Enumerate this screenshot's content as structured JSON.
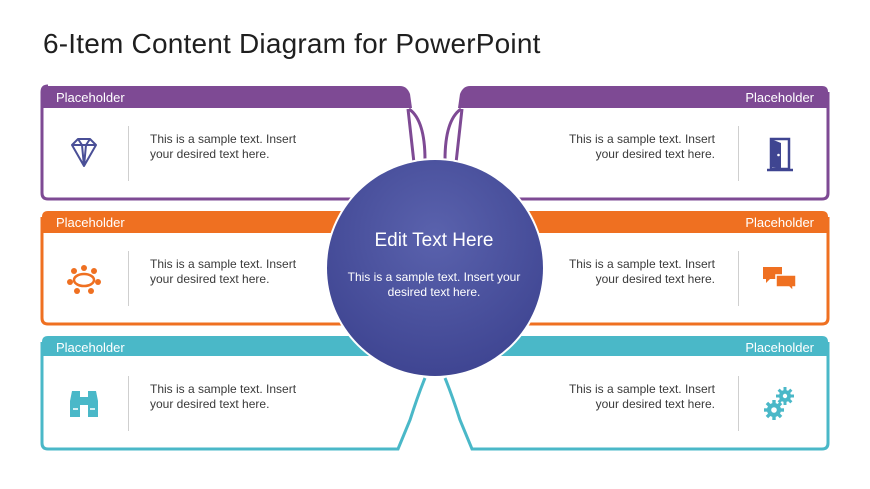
{
  "title": "6-Item Content Diagram for PowerPoint",
  "colors": {
    "purple": "#7e4a94",
    "orange": "#ef7021",
    "teal": "#4ab8c8",
    "circle": "#454c9a"
  },
  "items": [
    {
      "header": "Placeholder",
      "text": "This is a sample text. Insert your desired text here.",
      "icon": "diamond-icon"
    },
    {
      "header": "Placeholder",
      "text": "This is a sample text. Insert your desired text here.",
      "icon": "door-icon"
    },
    {
      "header": "Placeholder",
      "text": "This is a sample text. Insert your desired text here.",
      "icon": "team-meeting-icon"
    },
    {
      "header": "Placeholder",
      "text": "This is a sample text. Insert your desired text here.",
      "icon": "chat-bubbles-icon"
    },
    {
      "header": "Placeholder",
      "text": "This is a sample text. Insert your desired text here.",
      "icon": "binoculars-icon"
    },
    {
      "header": "Placeholder",
      "text": "This is a sample text. Insert your desired text here.",
      "icon": "gears-icon"
    }
  ],
  "center": {
    "title": "Edit Text Here",
    "text": "This is a sample text. Insert your desired text here."
  }
}
